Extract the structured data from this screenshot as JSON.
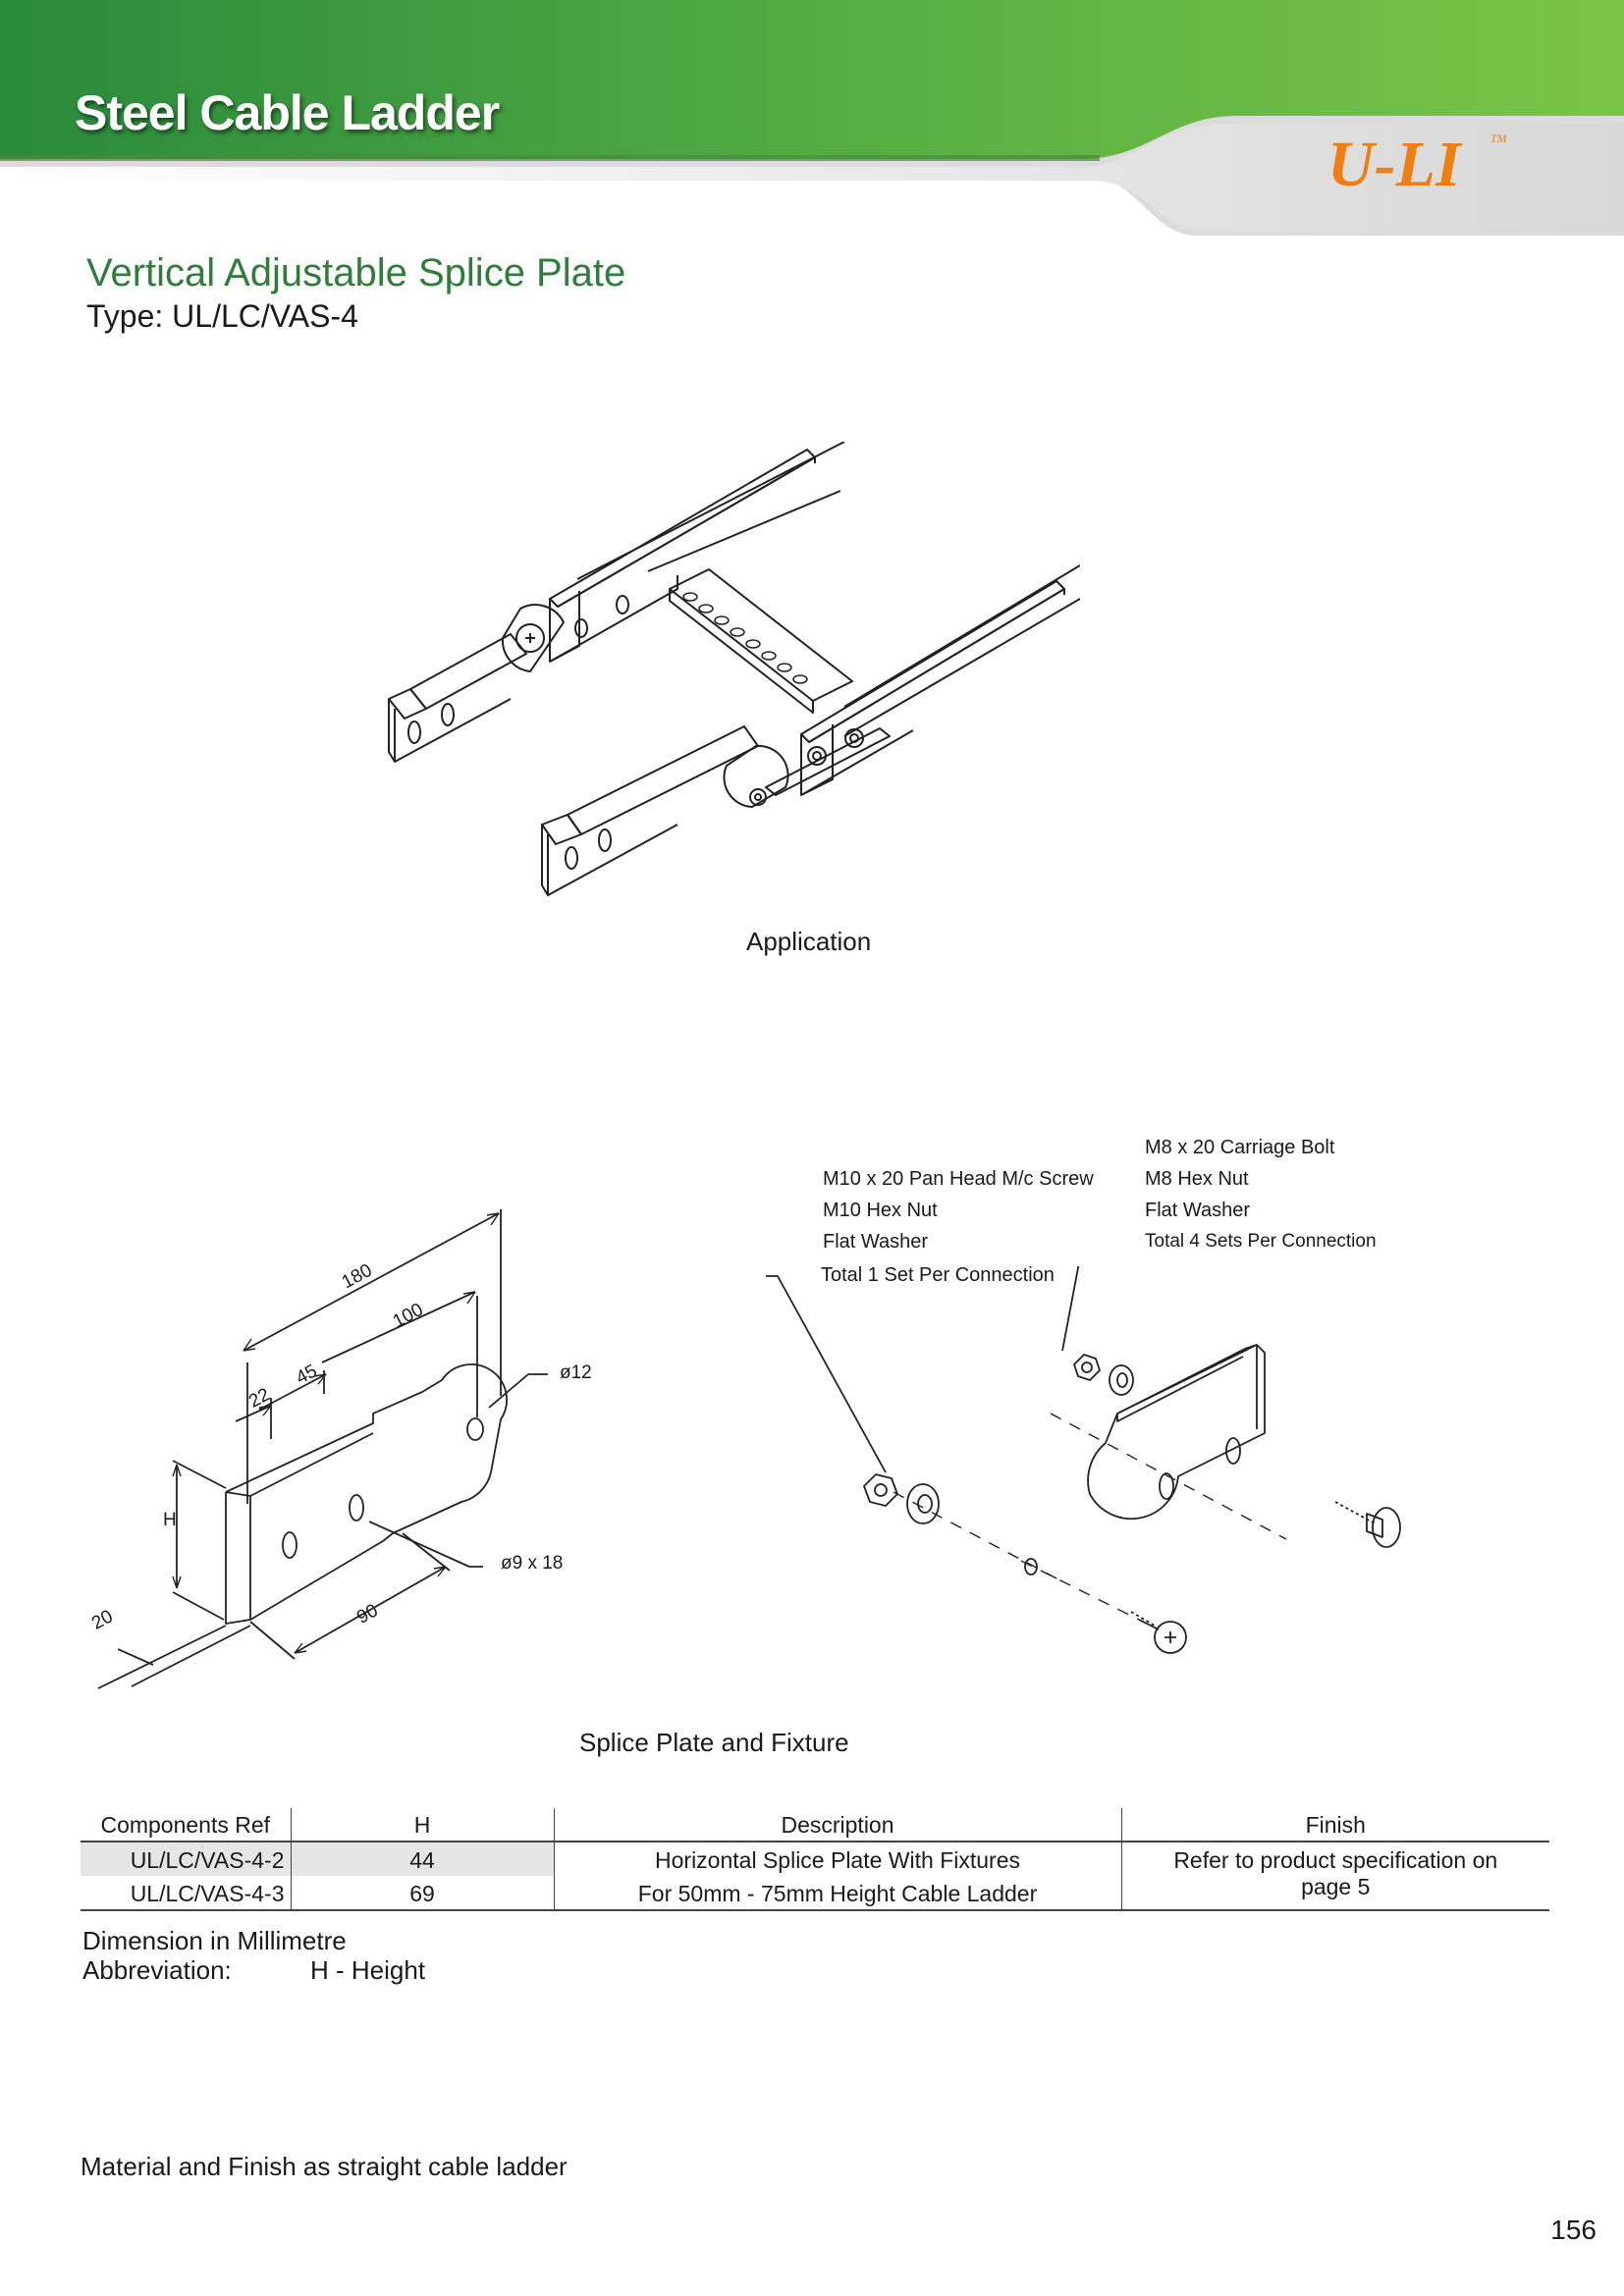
{
  "header": {
    "title": "Steel Cable Ladder",
    "logo": "U-LI",
    "trademark": "TM"
  },
  "product": {
    "title": "Vertical Adjustable Splice Plate",
    "type": "Type: UL/LC/VAS-4"
  },
  "figures": {
    "application_caption": "Application",
    "fixture_caption": "Splice Plate and Fixture"
  },
  "dimensions": {
    "d180": "180",
    "d100": "100",
    "d45": "45",
    "d22": "22",
    "hole": "ø12",
    "slot": "ø9 x 18",
    "height": "H",
    "d20": "20",
    "d90": "90"
  },
  "fixtures": {
    "screw_set": [
      "M10 x 20 Pan Head M/c Screw",
      "M10  Hex Nut",
      "Flat Washer",
      "Total 1 Set  Per Connection"
    ],
    "bolt_set": [
      "M8 x 20 Carriage Bolt",
      "M8 Hex Nut",
      "Flat Washer",
      "Total 4 Sets Per Connection"
    ]
  },
  "table": {
    "headers": [
      "Components Ref",
      "H",
      "Description",
      "Finish"
    ],
    "rows": [
      {
        "ref": "UL/LC/VAS-4-2",
        "h": "44"
      },
      {
        "ref": "UL/LC/VAS-4-3",
        "h": "69"
      }
    ],
    "description_lines": [
      "Horizontal Splice Plate With Fixtures",
      "For 50mm - 75mm Height Cable Ladder"
    ],
    "finish_lines": [
      "Refer to product specification on",
      "page 5"
    ]
  },
  "notes": {
    "dimension": "Dimension in Millimetre",
    "abbreviation_label": "Abbreviation:",
    "abbreviation_value": "H - Height",
    "material": "Material and Finish as straight cable ladder"
  },
  "page_number": "156",
  "colors": {
    "header_green": "#3f9b45",
    "header_light_green": "#7cc446",
    "title_green": "#2f7d3a",
    "logo_orange": "#f07f12"
  }
}
